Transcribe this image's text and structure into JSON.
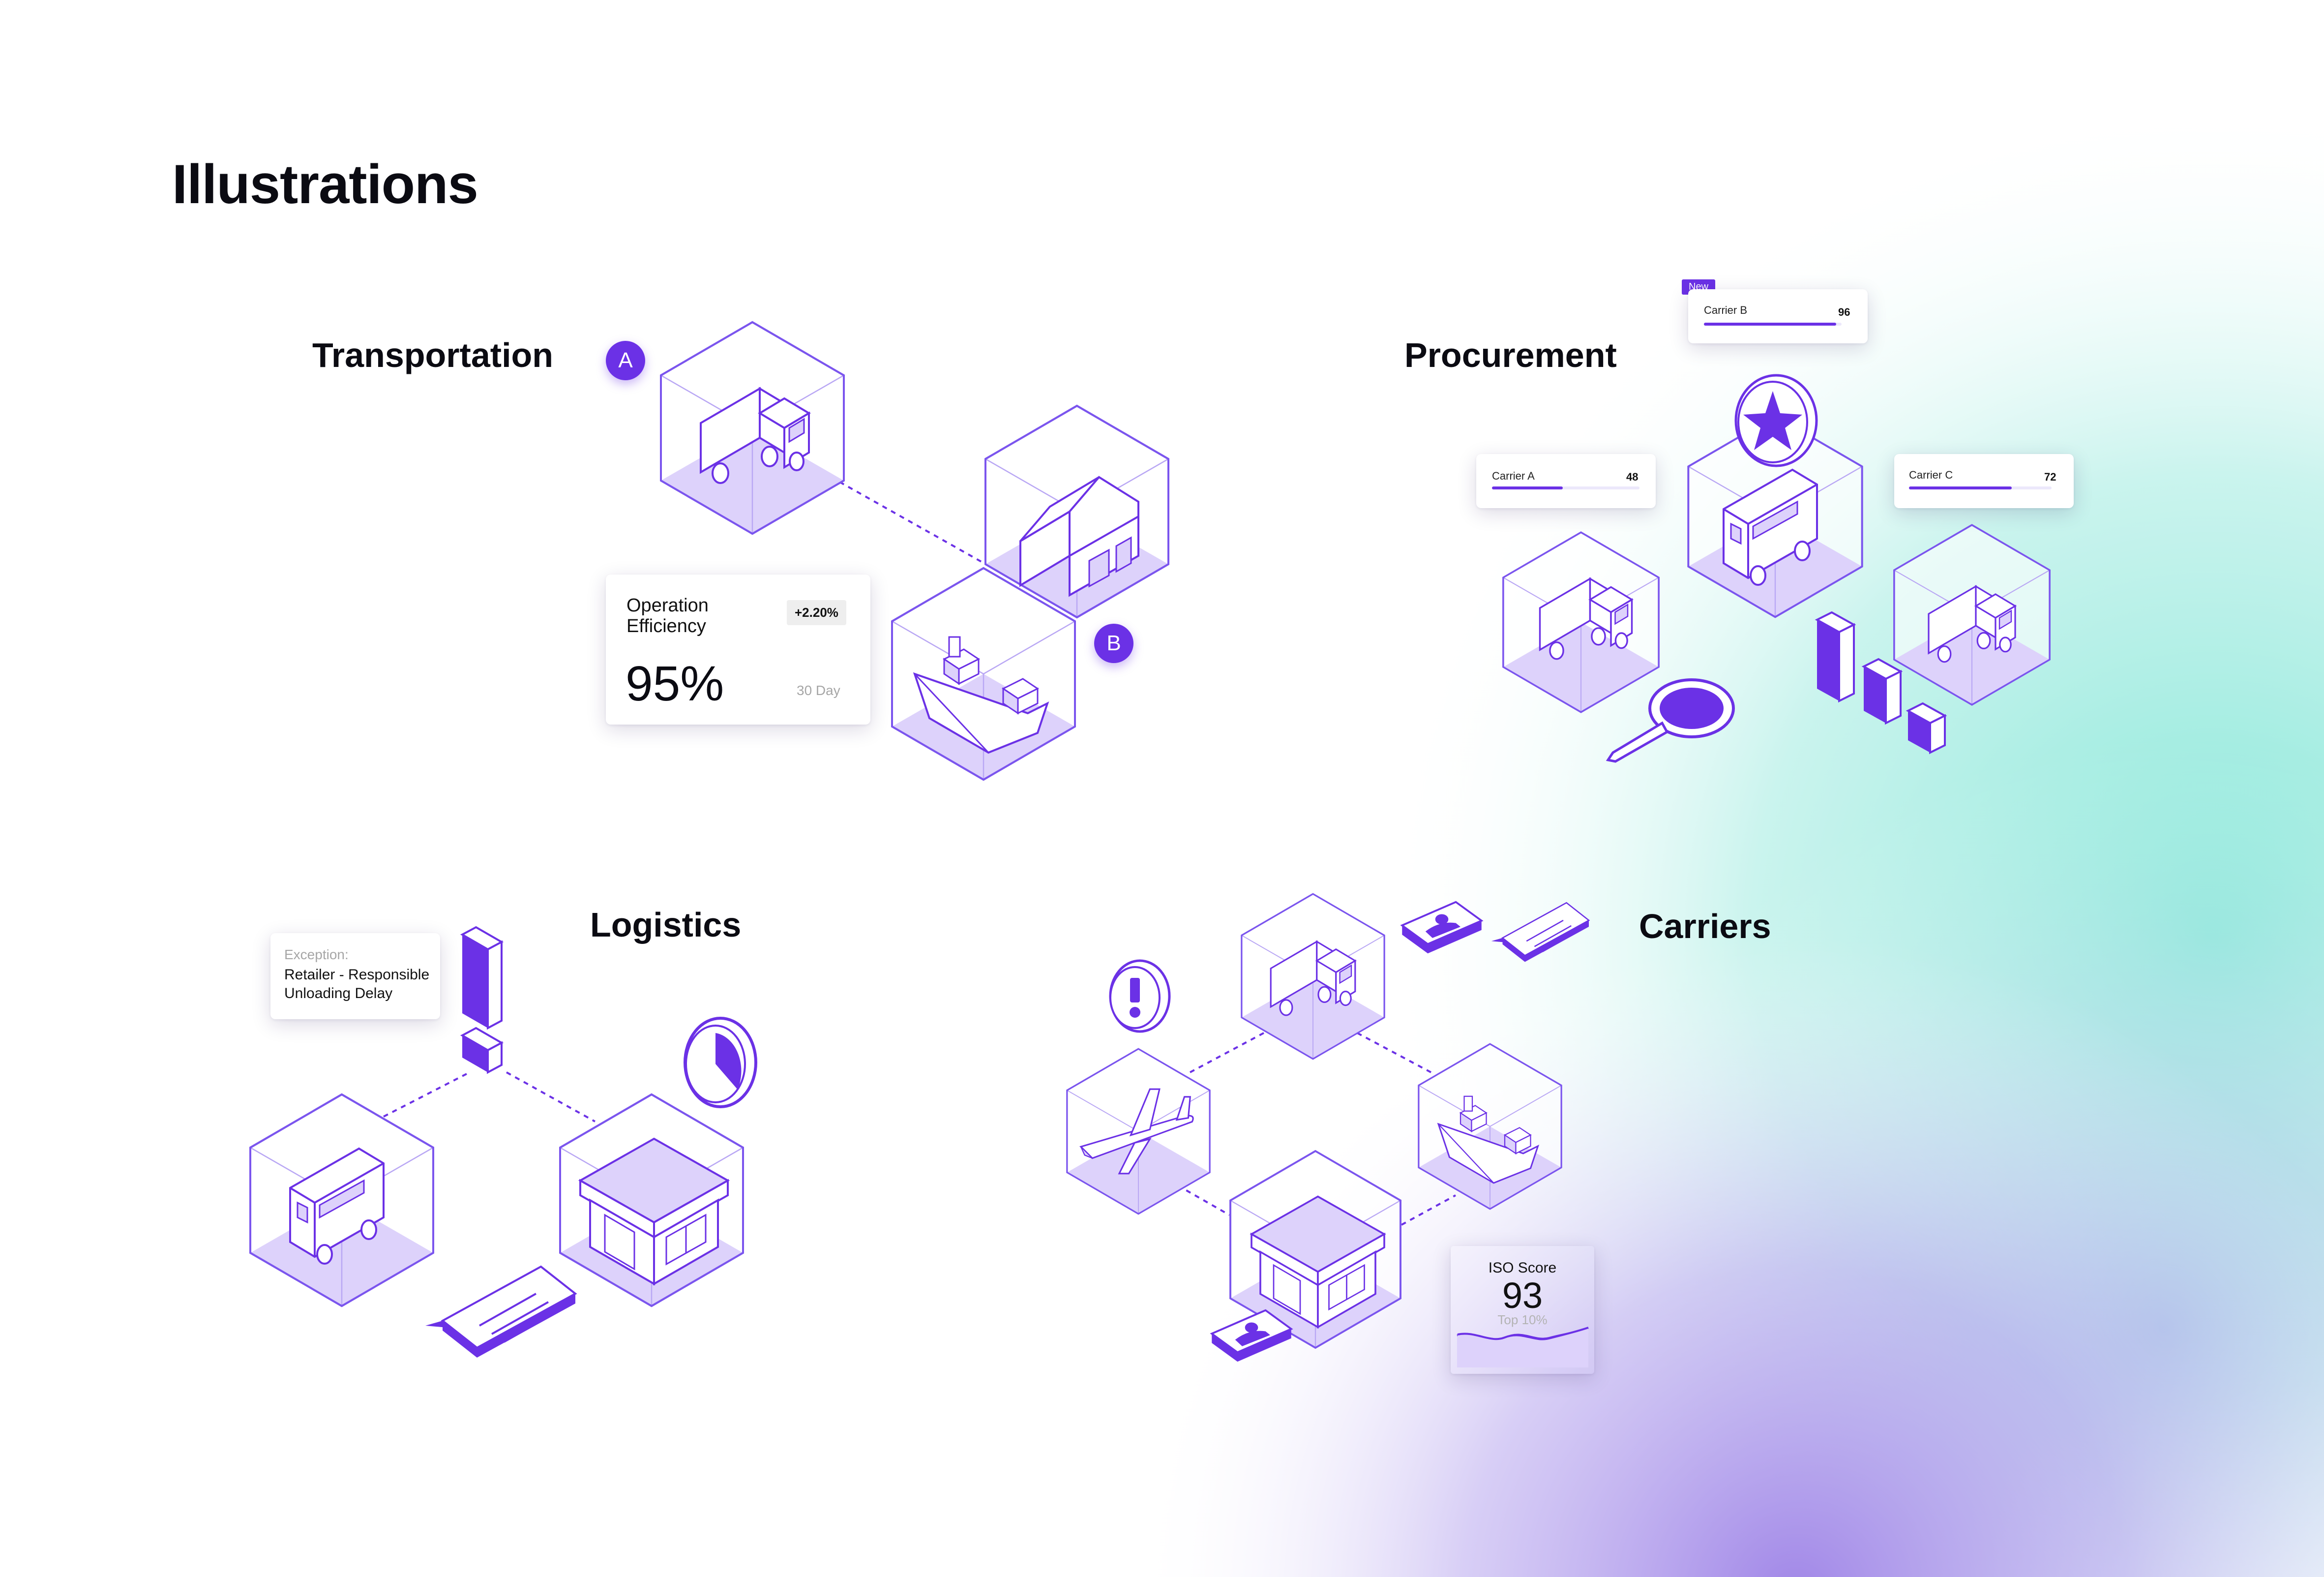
{
  "page": {
    "title": "Illustrations"
  },
  "sections": {
    "transportation": {
      "title": "Transportation",
      "marker_a": "A",
      "marker_b": "B"
    },
    "procurement": {
      "title": "Procurement"
    },
    "logistics": {
      "title": "Logistics"
    },
    "carriers": {
      "title": "Carriers"
    }
  },
  "efficiency_card": {
    "label_line1": "Operation",
    "label_line2": "Efficiency",
    "change": "+2.20%",
    "value": "95%",
    "period": "30 Day"
  },
  "carrier_cards": [
    {
      "tag": "",
      "name": "Carrier A",
      "score": "48",
      "fill": 0.48
    },
    {
      "tag": "New",
      "name": "Carrier B",
      "score": "96",
      "fill": 0.96
    },
    {
      "tag": "",
      "name": "Carrier C",
      "score": "72",
      "fill": 0.72
    }
  ],
  "exception_card": {
    "label": "Exception:",
    "line1": "Retailer - Responsible",
    "line2": "Unloading Delay"
  },
  "iso_card": {
    "label": "ISO Score",
    "value": "93",
    "rank": "Top 10%"
  },
  "colors": {
    "accent": "#6b31e6",
    "line": "#7b55ee",
    "fill": "#ddd2fb",
    "teal": "#7fe6d6"
  },
  "icons": [
    "truck-icon",
    "warehouse-icon",
    "ship-icon",
    "van-icon",
    "star-icon",
    "magnifier-icon",
    "bar-chart-icon",
    "exclamation-icon",
    "clock-icon",
    "chat-bubble-icon",
    "store-icon",
    "airplane-icon",
    "profile-card-icon"
  ]
}
